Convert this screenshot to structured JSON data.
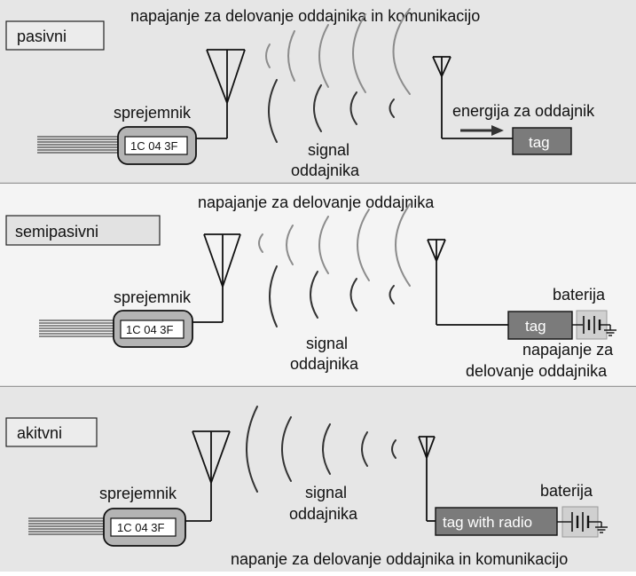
{
  "colors": {
    "panel_gray": "#e6e6e6",
    "panel_light": "#f4f4f4",
    "tag_fill": "#7b7b7b",
    "reader_fill": "#b4b4b4",
    "wave_dark": "#333333",
    "wave_light": "#8c8c8c"
  },
  "panels": [
    {
      "type_label": "pasivni",
      "top_label": "napajanje za delovanje oddajnika in komunikacijo",
      "reader_label": "sprejemnik",
      "reader_id": "1C 04 3F",
      "signal_label_1": "signal",
      "signal_label_2": "oddajnika",
      "energy_label": "energija za oddajnik",
      "tag_label": "tag"
    },
    {
      "type_label": "semipasivni",
      "top_label": "napajanje za delovanje oddajnika",
      "reader_label": "sprejemnik",
      "reader_id": "1C 04 3F",
      "signal_label_1": "signal",
      "signal_label_2": "oddajnika",
      "battery_label": "baterija",
      "tag_label": "tag",
      "power_label_1": "napajanje za",
      "power_label_2": "delovanje oddajnika"
    },
    {
      "type_label": "akitvni",
      "reader_label": "sprejemnik",
      "reader_id": "1C 04 3F",
      "signal_label_1": "signal",
      "signal_label_2": "oddajnika",
      "battery_label": "baterija",
      "tag_label": "tag with radio",
      "bottom_label": "napanje za delovanje oddajnika in komunikacijo"
    }
  ]
}
